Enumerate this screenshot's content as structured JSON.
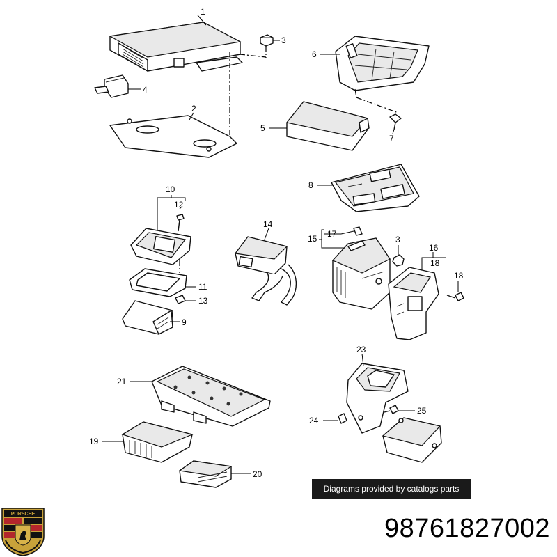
{
  "callouts": {
    "c1": "1",
    "c2": "2",
    "c3": "3",
    "c4": "4",
    "c5": "5",
    "c6": "6",
    "c7": "7",
    "c8": "8",
    "c9": "9",
    "c10": "10",
    "c11": "11",
    "c12": "12",
    "c13": "13",
    "c14": "14",
    "c15": "15",
    "c16": "16",
    "c17": "17",
    "c18a": "18",
    "c18b": "18",
    "c19": "19",
    "c20": "20",
    "c21": "21",
    "c23": "23",
    "c24": "24",
    "c25": "25"
  },
  "attribution": "Diagrams provided by catalogs parts",
  "part_number": "98761827002",
  "brand": {
    "crest_word": "PORSCHE"
  }
}
